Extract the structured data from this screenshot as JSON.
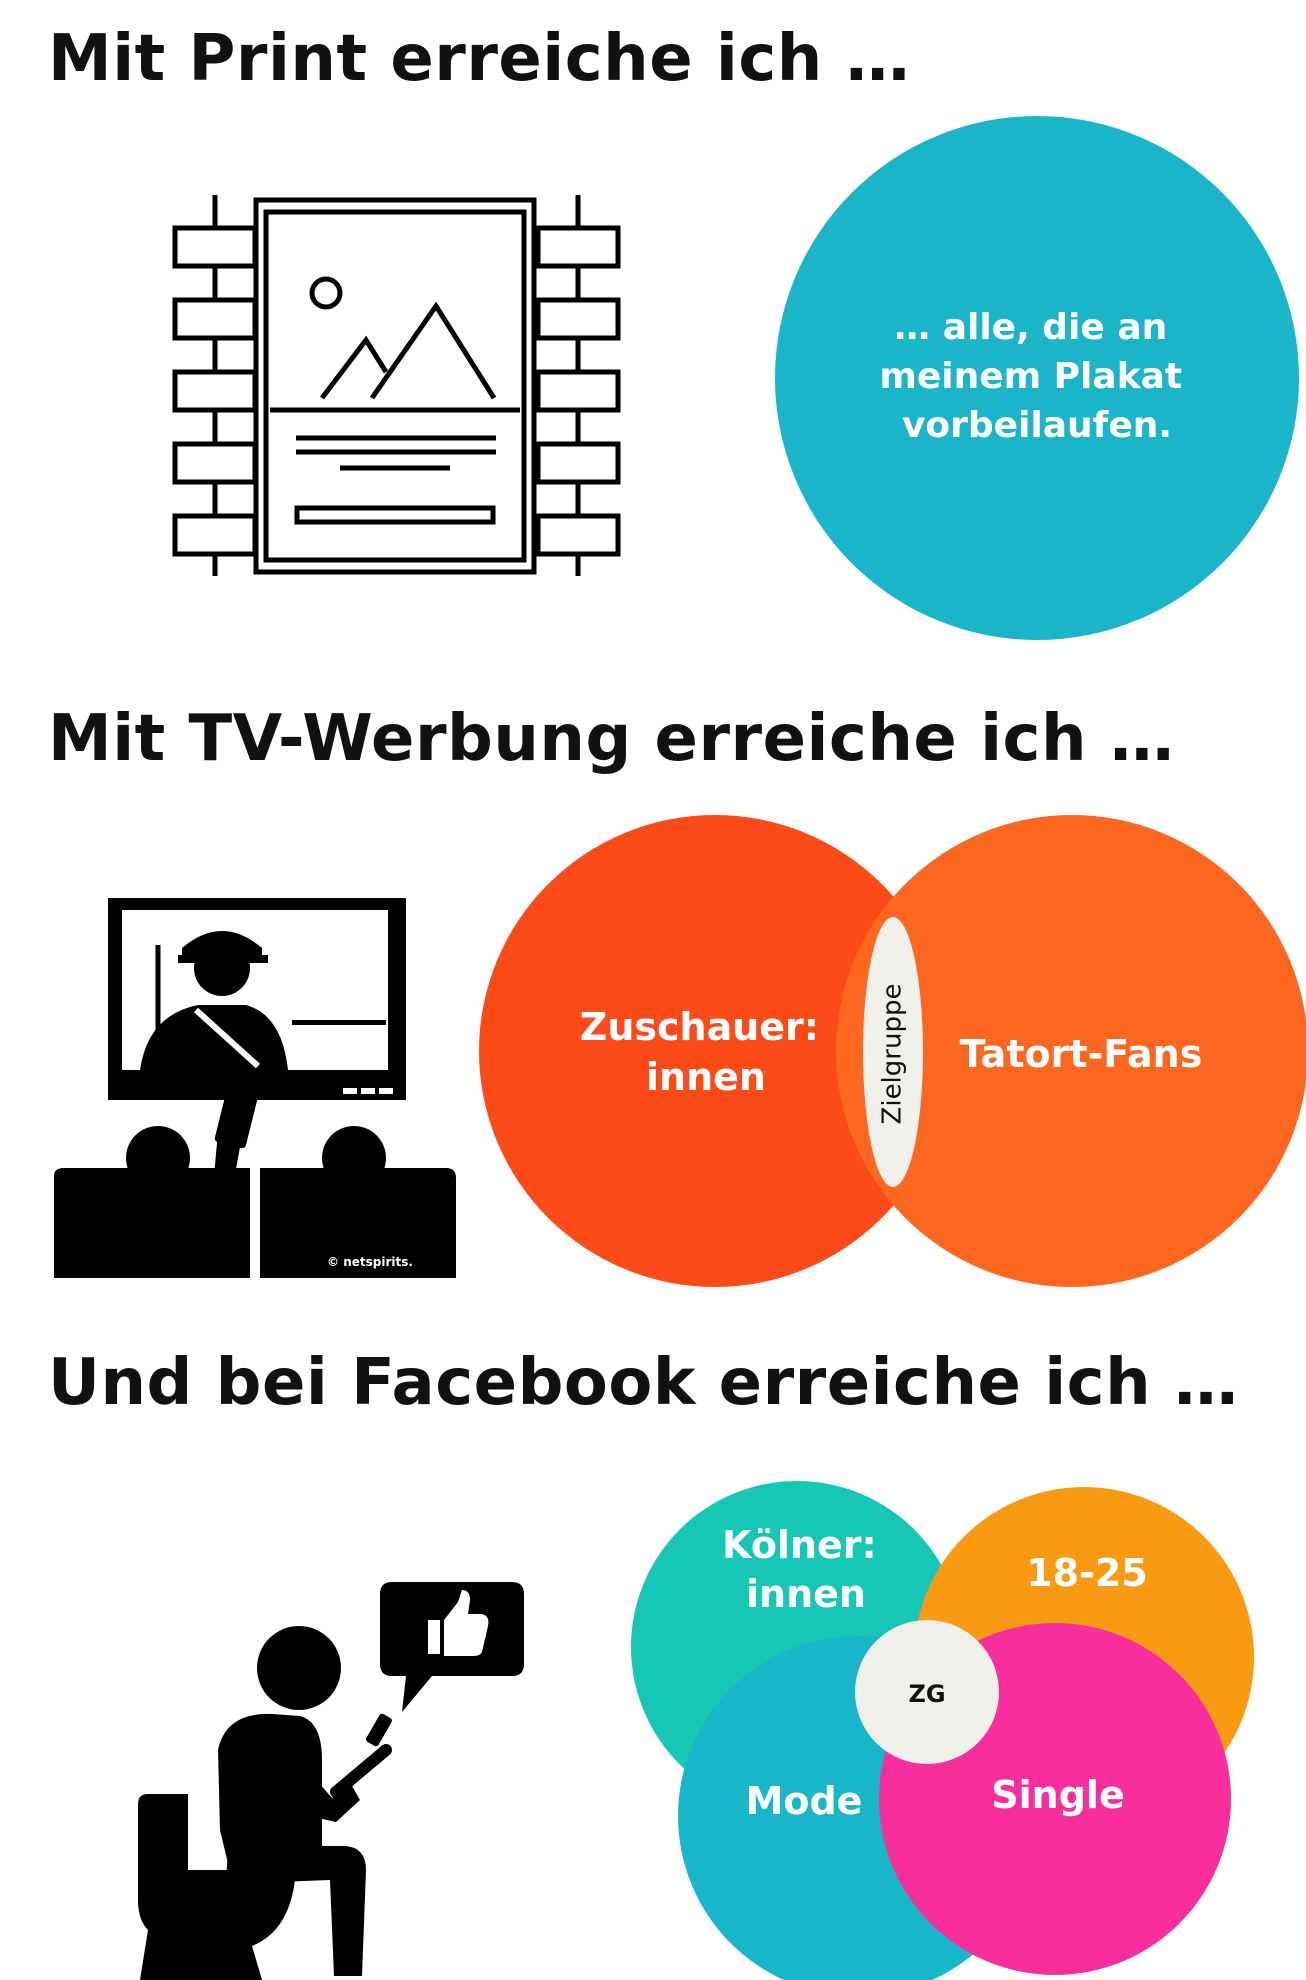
{
  "sections": [
    {
      "heading": "Mit Print erreiche ich …",
      "icon": "poster-on-wall-icon",
      "circle": {
        "color": "#1ab5c8",
        "lines": [
          "… alle, die an",
          "meinem Plakat",
          "vorbeilaufen."
        ]
      }
    },
    {
      "heading": "Mit TV-Werbung erreiche ich …",
      "icon": "tv-audience-icon",
      "icon_credit": "© netspirits.",
      "circles": [
        {
          "label_lines": [
            "Zuschauer:",
            "innen"
          ],
          "color": "#fc4a19"
        },
        {
          "label_lines": [
            "Tatort-Fans"
          ],
          "color": "#fd671f"
        }
      ],
      "overlap": {
        "label": "Zielgruppe",
        "color": "#f2f0ea"
      }
    },
    {
      "heading": "Und bei Facebook erreiche ich …",
      "icon": "person-on-toilet-with-phone-icon",
      "badge_icon": "thumbs-up-icon",
      "circles": [
        {
          "label_lines": [
            "Kölner:",
            "innen"
          ],
          "color": "#17c7b6"
        },
        {
          "label_lines": [
            "18-25"
          ],
          "color": "#fa9a12"
        },
        {
          "label_lines": [
            "Mode"
          ],
          "color": "#17b6c9"
        },
        {
          "label_lines": [
            "Single"
          ],
          "color": "#f72e9b"
        }
      ],
      "overlap": {
        "label": "ZG",
        "color": "#f2f0ea"
      }
    }
  ]
}
